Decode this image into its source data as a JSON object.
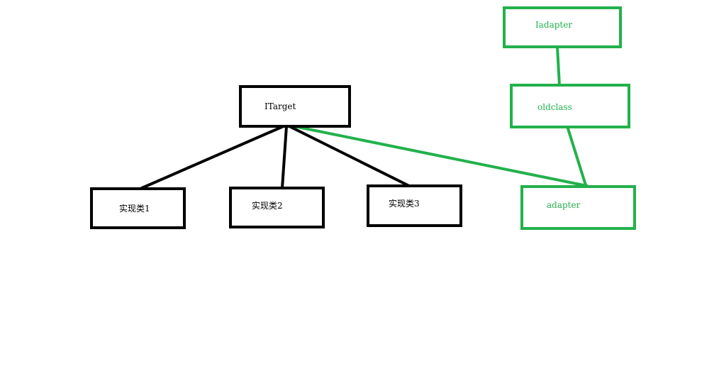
{
  "colors": {
    "black": "#000000",
    "green": "#22b14c"
  },
  "nodes": {
    "itarget": "ITarget",
    "impl1": "实现类1",
    "impl2": "实现类2",
    "impl3": "实现类3",
    "iadapter": "Iadapter",
    "oldclass": "oldclass",
    "adapter": "adapter"
  }
}
